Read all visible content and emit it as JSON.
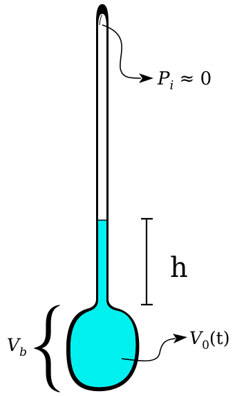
{
  "labels": {
    "pressure": {
      "symbol": "P",
      "subscript": "i",
      "rest": " ≈ 0"
    },
    "height": "h",
    "bulb_volume": {
      "symbol": "V",
      "subscript": "b"
    },
    "liquid_volume": {
      "symbol": "V",
      "subscript": "0",
      "rest": "(t)"
    }
  },
  "colors": {
    "liquid": "#00f0f0",
    "outline": "#000000",
    "glass": "#ffffff"
  }
}
